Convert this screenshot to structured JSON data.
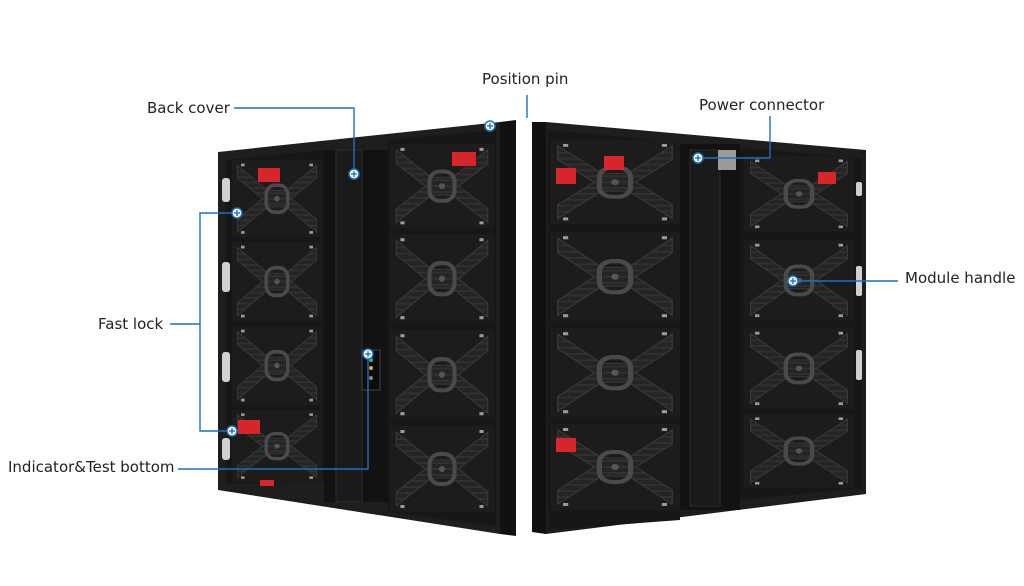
{
  "callouts": {
    "position_pin": "Position pin",
    "back_cover": "Back cover",
    "power_connector": "Power connector",
    "fast_lock": "Fast lock",
    "module_handle": "Module handle",
    "indicator_test": "Indicator&Test bottom"
  },
  "colors": {
    "callout_line": "#1f6fc0",
    "cabinet_frame": "#1e1e1e",
    "cabinet_dark": "#161616",
    "module_face": "#262626",
    "module_rib": "#3a3a3a",
    "lock_red": "#d7262b",
    "metal": "#b9b9b9"
  },
  "icons": {
    "marker": "plus-circle-icon"
  }
}
